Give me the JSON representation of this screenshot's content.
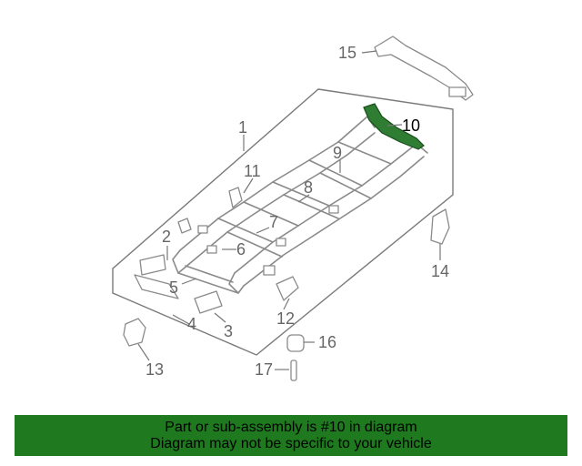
{
  "callouts": [
    {
      "id": "1",
      "label": "1"
    },
    {
      "id": "2",
      "label": "2"
    },
    {
      "id": "3",
      "label": "3"
    },
    {
      "id": "4",
      "label": "4"
    },
    {
      "id": "5",
      "label": "5"
    },
    {
      "id": "6",
      "label": "6"
    },
    {
      "id": "7",
      "label": "7"
    },
    {
      "id": "8",
      "label": "8"
    },
    {
      "id": "9",
      "label": "9"
    },
    {
      "id": "10",
      "label": "10"
    },
    {
      "id": "11",
      "label": "11"
    },
    {
      "id": "12",
      "label": "12"
    },
    {
      "id": "13",
      "label": "13"
    },
    {
      "id": "14",
      "label": "14"
    },
    {
      "id": "15",
      "label": "15"
    },
    {
      "id": "16",
      "label": "16"
    },
    {
      "id": "17",
      "label": "17"
    }
  ],
  "highlighted_part": "10",
  "colors": {
    "highlight": "#2e7d32",
    "banner": "#1f7a1f",
    "line": "#8a8a8a"
  },
  "banner": {
    "line1": "Part or sub-assembly is #10 in diagram",
    "line2": "Diagram may not be specific to your vehicle"
  }
}
